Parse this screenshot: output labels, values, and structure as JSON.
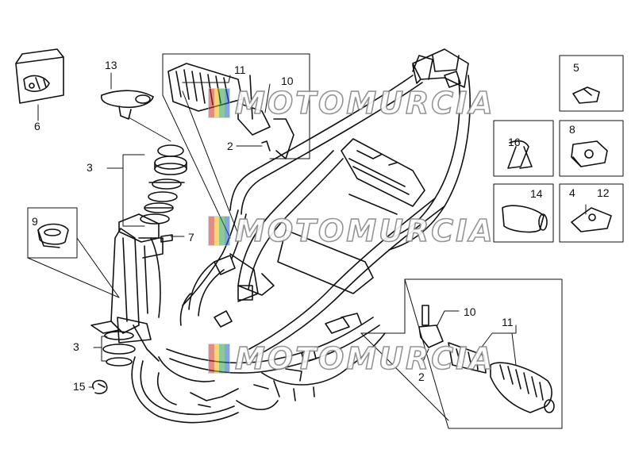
{
  "watermark": {
    "text": "MOTOMURCIA",
    "colors": [
      "#d62828",
      "#f4b400",
      "#2e9e44",
      "#1e5fbf"
    ]
  },
  "callouts": {
    "c13": "13",
    "c6": "6",
    "c11_top": "11",
    "c10_top": "10",
    "c2_top": "2",
    "c3_top": "3",
    "c9": "9",
    "c7": "7",
    "c3_bottom": "3",
    "c15": "15",
    "c10_bottom": "10",
    "c11_bottom": "11",
    "c2_bottom": "2",
    "c5": "5",
    "c16": "16",
    "c8": "8",
    "c14": "14",
    "c4": "4",
    "c12": "12"
  }
}
